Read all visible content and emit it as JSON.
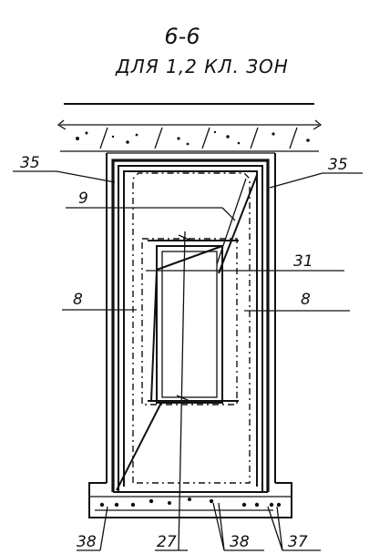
{
  "title": "6-6",
  "subtitle": "ДЛЯ 1,2 КЛ. ЗОН",
  "labels": {
    "l35_left": "35",
    "l35_right": "35",
    "l9": "9",
    "l31": "31",
    "l8_left": "8",
    "l8_right": "8",
    "l38_left": "38",
    "l27": "27",
    "l38_mid": "38",
    "l37": "37"
  },
  "colors": {
    "ink": "#111111",
    "paper": "#ffffff"
  }
}
